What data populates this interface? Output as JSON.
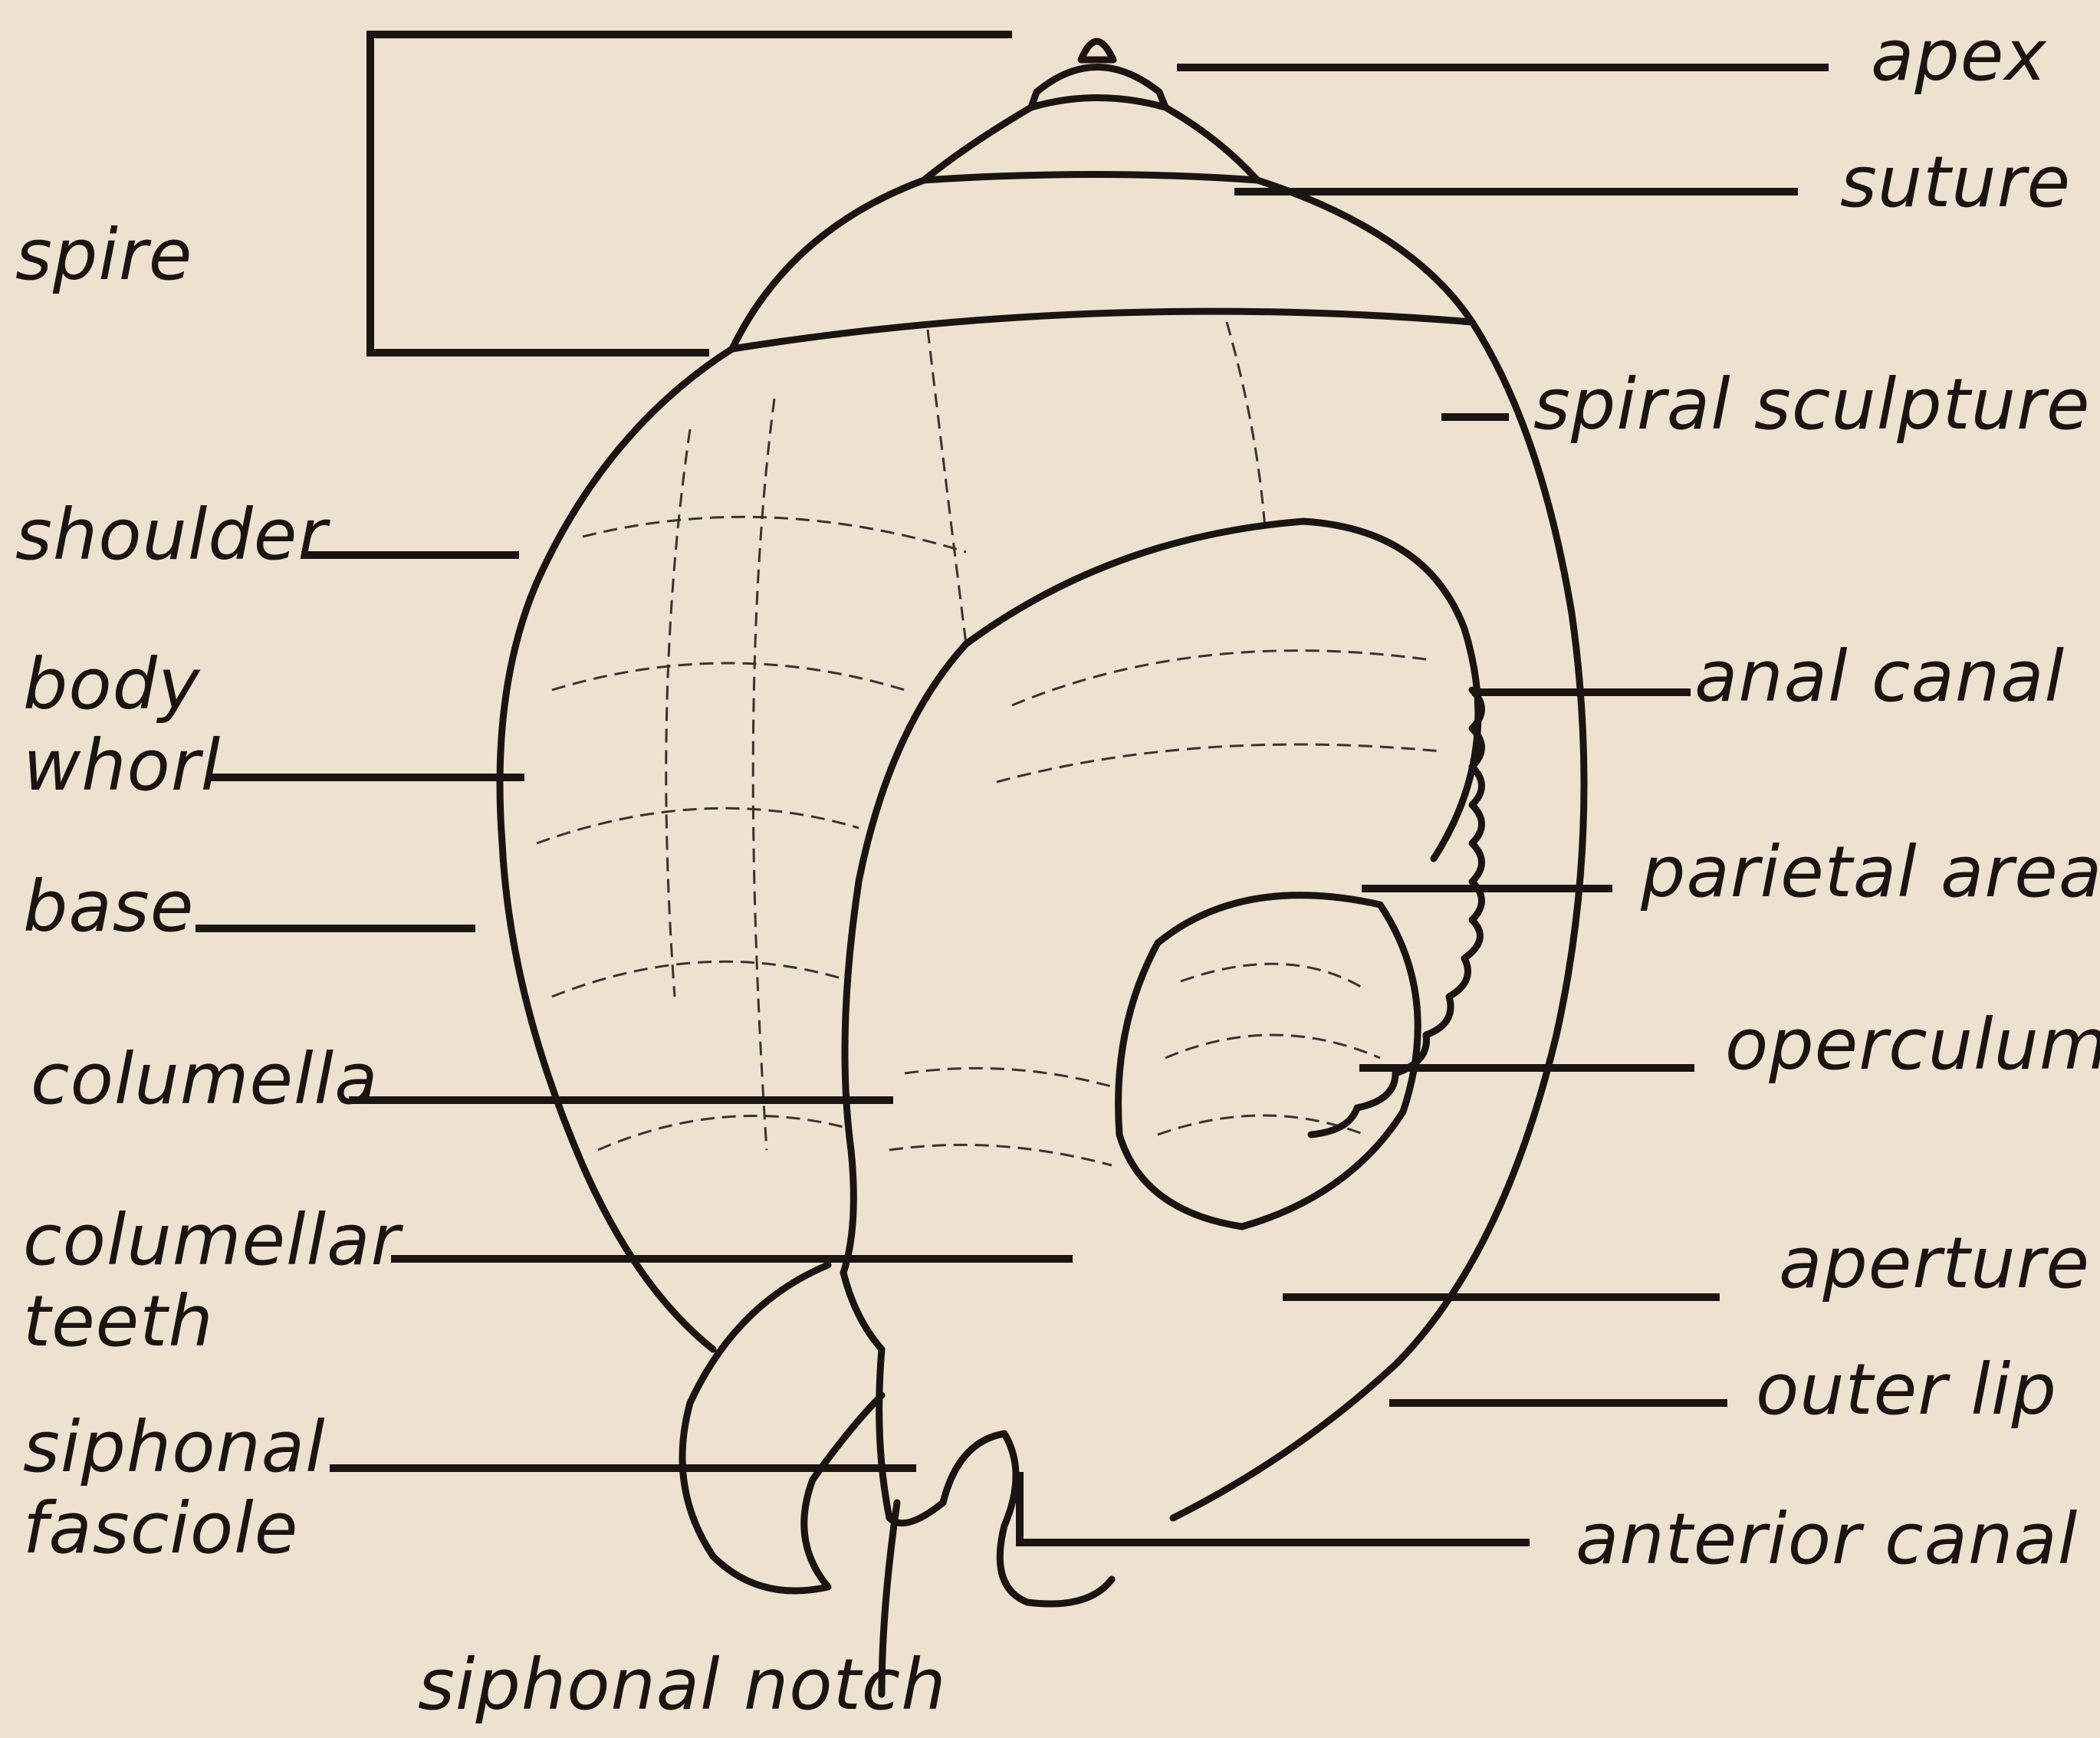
{
  "colors": {
    "paper": "#ede2cf",
    "ink": "#1a1512"
  },
  "labels": {
    "apex": "apex",
    "suture": "suture",
    "spire": "spire",
    "spiral_sculpture": "spiral sculpture",
    "shoulder": "shoulder",
    "body_whorl": [
      "body",
      "whorl"
    ],
    "anal_canal": "anal canal",
    "parietal_area": "parietal area",
    "base": "base",
    "operculum": "operculum",
    "columella": "columella",
    "columellar_teeth": [
      "columellar",
      "teeth"
    ],
    "aperture": "aperture",
    "outer_lip": "outer lip",
    "siphonal_fasciole": [
      "siphonal",
      "fasciole"
    ],
    "anterior_canal": "anterior canal",
    "siphonal_notch": "siphonal notch"
  }
}
